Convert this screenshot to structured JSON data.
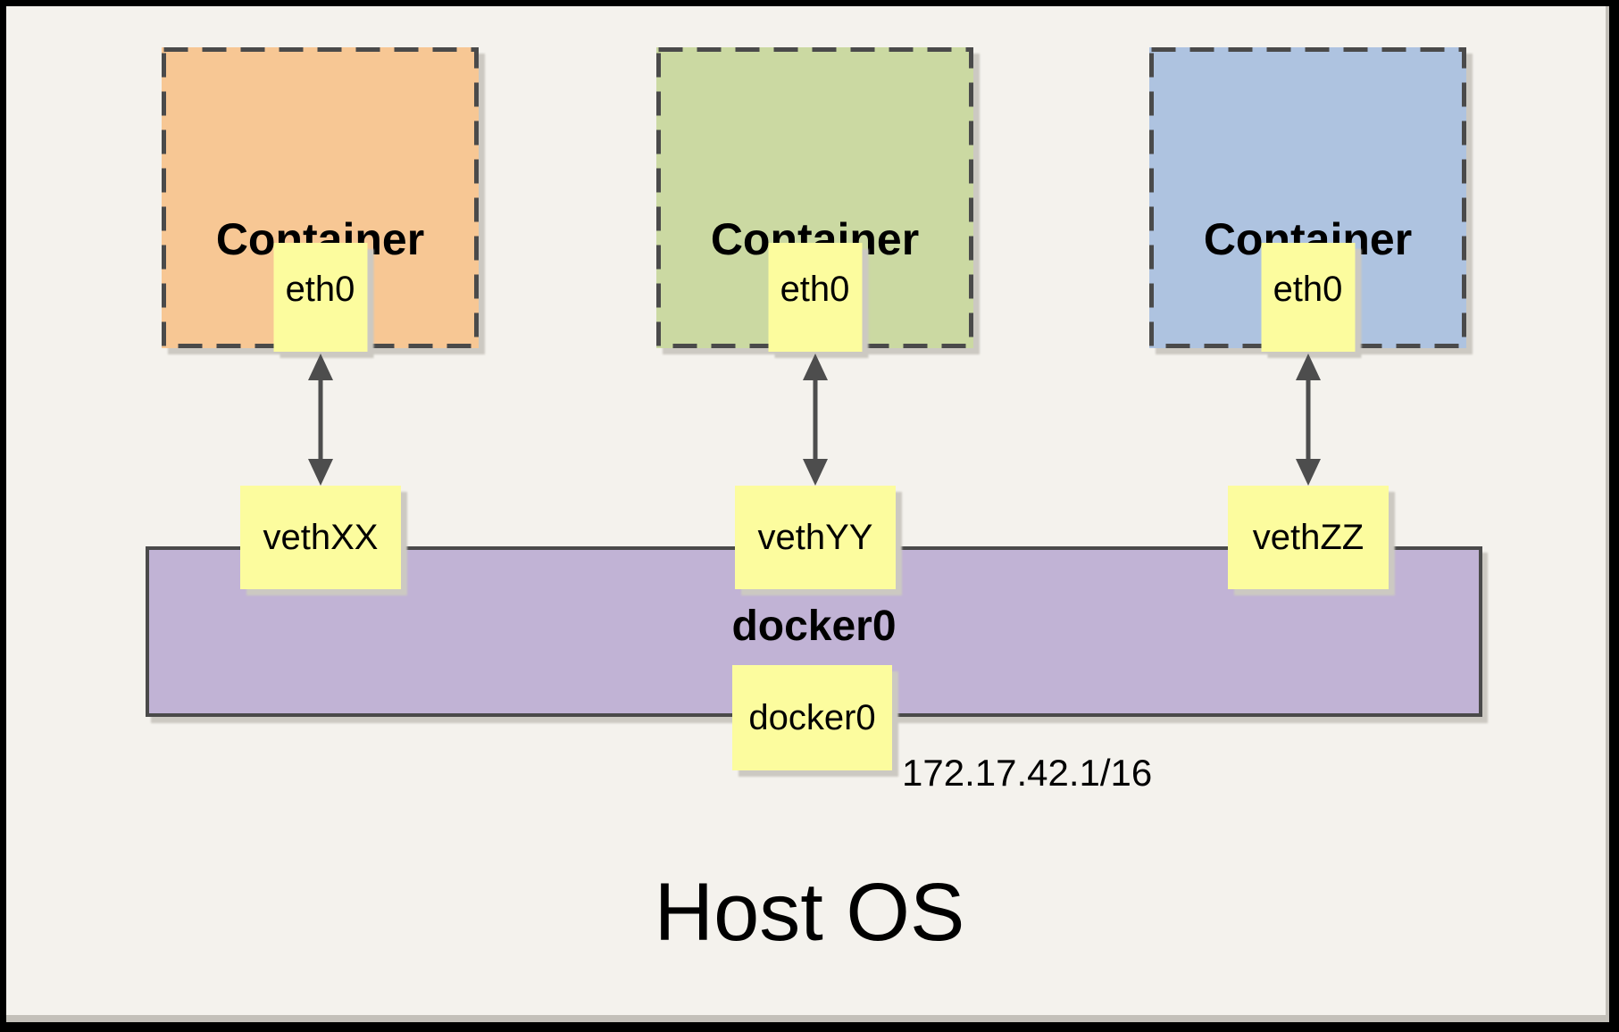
{
  "colors": {
    "frame": "#000000",
    "canvas_bg": "#F4F2ED",
    "container_fills": [
      "#F7C794",
      "#CBD9A2",
      "#AEC3E0"
    ],
    "node_fill": "#FCFC9E",
    "bridge_fill": "#C1B3D5",
    "line": "#4D4D4D",
    "shadow": "#CCC9C2"
  },
  "containers": [
    {
      "label": "Container",
      "interface": "eth0",
      "veth": "vethXX"
    },
    {
      "label": "Container",
      "interface": "eth0",
      "veth": "vethYY"
    },
    {
      "label": "Container",
      "interface": "eth0",
      "veth": "vethZZ"
    }
  ],
  "bridge": {
    "label": "docker0",
    "node": "docker0",
    "ip": "172.17.42.1/16"
  },
  "host": {
    "label": "Host OS"
  }
}
